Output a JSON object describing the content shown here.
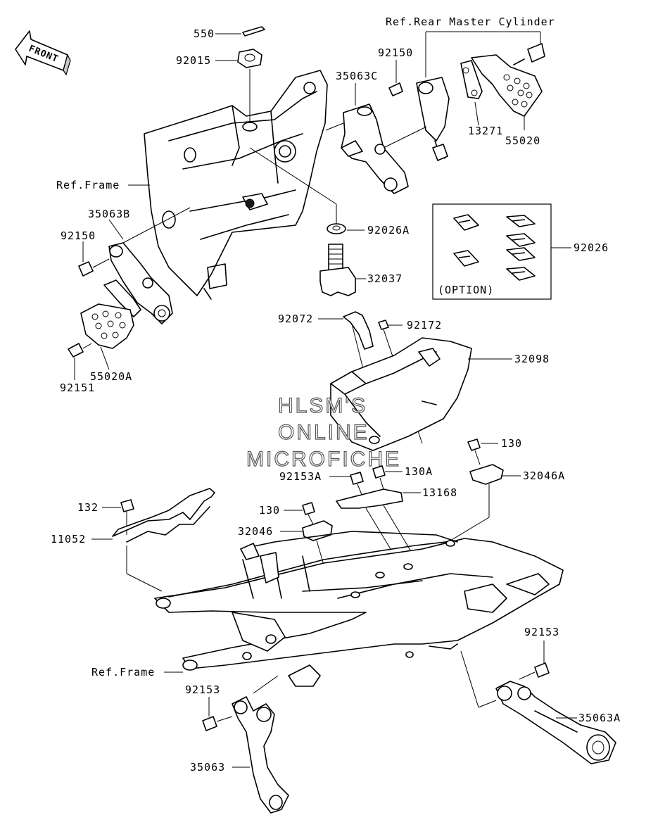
{
  "front_arrow": {
    "text": "FRONT"
  },
  "refs": {
    "rear_master_cylinder": "Ref.Rear Master Cylinder",
    "frame_top": "Ref.Frame",
    "frame_bottom": "Ref.Frame",
    "option": "(OPTION)"
  },
  "parts": {
    "p550": "550",
    "p92015": "92015",
    "p92150_top": "92150",
    "p35063C": "35063C",
    "p13271": "13271",
    "p55020": "55020",
    "p35063B": "35063B",
    "p92150_left": "92150",
    "p92026A": "92026A",
    "p92026": "92026",
    "p32037": "32037",
    "p55020A": "55020A",
    "p92151": "92151",
    "p92072": "92072",
    "p92172": "92172",
    "p32098": "32098",
    "p130_right": "130",
    "p130A": "130A",
    "p92153A": "92153A",
    "p32046A": "32046A",
    "p13168": "13168",
    "p132": "132",
    "p130_left": "130",
    "p11052": "11052",
    "p32046": "32046",
    "p92153_right": "92153",
    "p92153_left": "92153",
    "p35063A": "35063A",
    "p35063": "35063"
  },
  "watermark": {
    "line1": "HLSM'S",
    "line2": "ONLINE",
    "line3": "MICROFICHE"
  },
  "colors": {
    "ink": "#000000",
    "paper": "#ffffff",
    "watermark_outline": "#555555"
  }
}
